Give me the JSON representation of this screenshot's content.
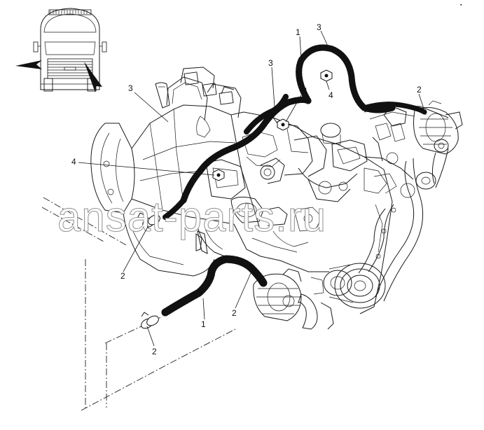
{
  "figure": {
    "corner_mark": "▪",
    "watermark": "ansat-parts.ru",
    "callouts": [
      {
        "id": "c1-top",
        "label": "1"
      },
      {
        "id": "c3-top",
        "label": "3"
      },
      {
        "id": "c3-mid",
        "label": "3"
      },
      {
        "id": "c3-left",
        "label": "3"
      },
      {
        "id": "c4-a",
        "label": "4"
      },
      {
        "id": "c4-b",
        "label": "4"
      },
      {
        "id": "c4-left",
        "label": "4"
      },
      {
        "id": "c2-right",
        "label": "2"
      },
      {
        "id": "c2-clamp",
        "label": "2"
      },
      {
        "id": "c2-mid",
        "label": "2"
      },
      {
        "id": "c1-bottom",
        "label": "1"
      },
      {
        "id": "c2-bottom",
        "label": "2"
      }
    ]
  }
}
